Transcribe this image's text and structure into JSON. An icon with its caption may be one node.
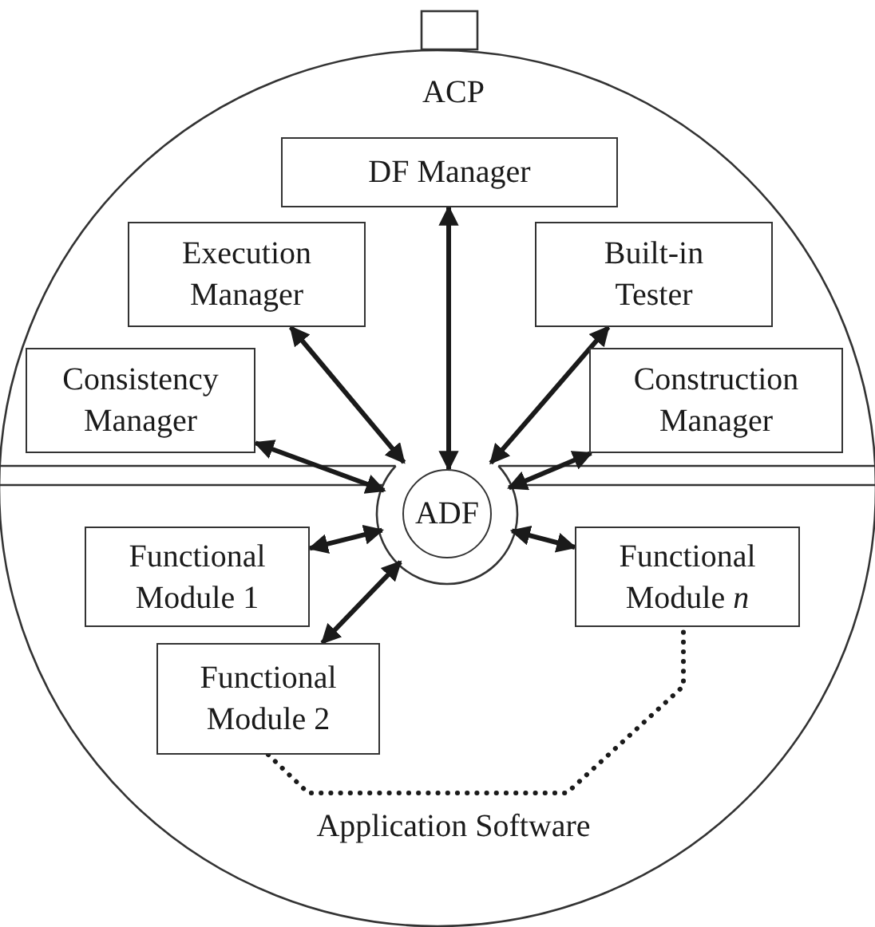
{
  "diagram": {
    "nodes": [
      {
        "text": [
          "DF Manager"
        ]
      },
      {
        "text": [
          "Execution Manager"
        ]
      },
      {
        "text": [
          "Built-in Tester"
        ]
      },
      {
        "text": [
          "Consistency Manager"
        ]
      },
      {
        "text": [
          "Construction Manager"
        ]
      },
      {
        "text": [
          "ADF"
        ]
      },
      {
        "text": [
          "Functional Module 1"
        ]
      },
      {
        "text": [
          "Functional Module *n*"
        ]
      },
      {
        "text": [
          "Functional Module 2"
        ]
      }
    ],
    "edges": [
      {
        "from": 5,
        "to": 0,
        "arrow": "both"
      },
      {
        "from": 5,
        "to": 1,
        "arrow": "both"
      },
      {
        "from": 5,
        "to": 2,
        "arrow": "both"
      },
      {
        "from": 5,
        "to": 3,
        "arrow": "both"
      },
      {
        "from": 5,
        "to": 4,
        "arrow": "both"
      },
      {
        "from": 5,
        "to": 6,
        "arrow": "both"
      },
      {
        "from": 5,
        "to": 7,
        "arrow": "both"
      },
      {
        "from": 5,
        "to": 8,
        "arrow": "both"
      },
      {
        "from": 8,
        "to": 7,
        "arrow": "none",
        "style": "dashed"
      }
    ],
    "labels": [
      "ACP",
      "Application Software"
    ]
  }
}
